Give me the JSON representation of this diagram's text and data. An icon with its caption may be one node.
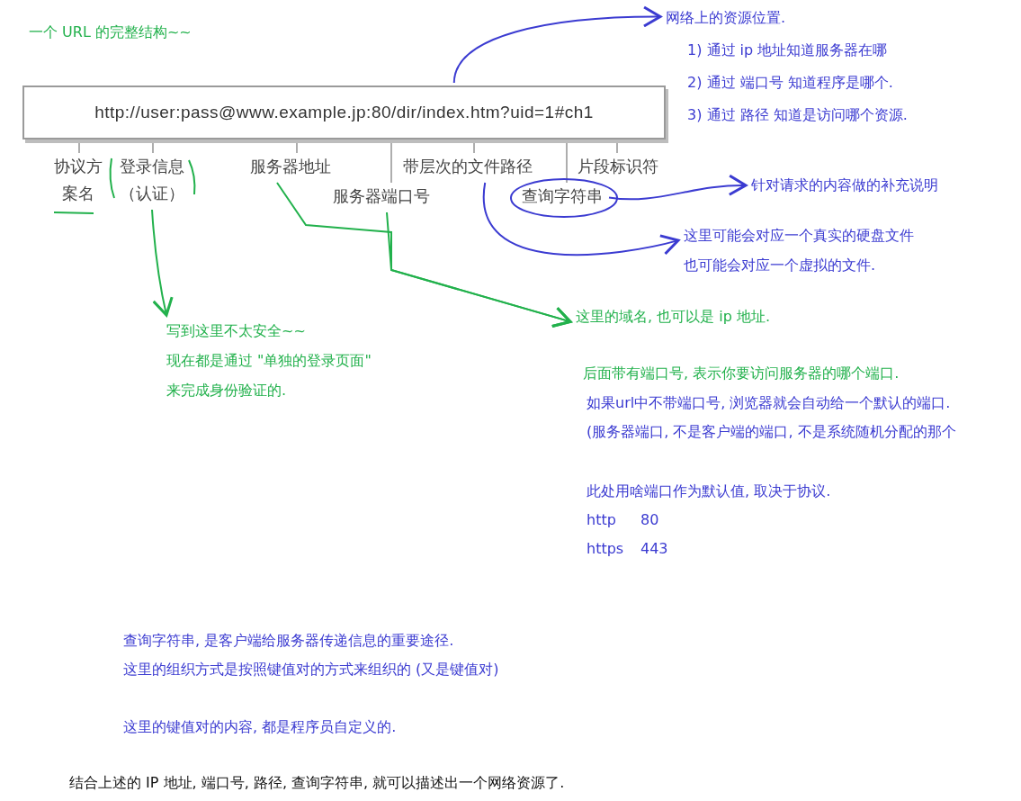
{
  "diagram": {
    "title": "一个 URL 的完整结构~~",
    "nodes": [
      {
        "text": [
          "http://user:pass@www.example.jp:80/dir/index.htm?uid=1#ch1"
        ]
      },
      {
        "text": [
          "协议方案名"
        ]
      },
      {
        "text": [
          "登录信息（认证）"
        ]
      },
      {
        "text": [
          "服务器地址"
        ]
      },
      {
        "text": [
          "服务器端口号"
        ]
      },
      {
        "text": [
          "带层次的文件路径"
        ]
      },
      {
        "text": [
          "查询字符串"
        ]
      },
      {
        "text": [
          "片段标识符"
        ]
      },
      {
        "text": [
          "网络上的资源位置.",
          "1) 通过 ip 地址知道服务器在哪",
          "2) 通过 端口号 知道程序是哪个.",
          "3) 通过 路径 知道是访问哪个资源."
        ]
      },
      {
        "text": [
          "针对请求的内容做的补充说明"
        ]
      },
      {
        "text": [
          "这里可能会对应一个真实的硬盘文件",
          "也可能会对应一个虚拟的文件."
        ]
      },
      {
        "text": [
          "写到这里不太安全~~",
          "现在都是通过 \"单独的登录页面\"",
          "来完成身份验证的."
        ]
      },
      {
        "text": [
          "这里的域名, 也可以是 ip 地址.",
          "后面带有端口号, 表示你要访问服务器的哪个端口."
        ]
      }
    ],
    "edges": [
      {
        "from": 1,
        "to": 0,
        "arrow": "none"
      },
      {
        "from": 2,
        "to": 0,
        "arrow": "none"
      },
      {
        "from": 3,
        "to": 0,
        "arrow": "none"
      },
      {
        "from": 4,
        "to": 0,
        "arrow": "none"
      },
      {
        "from": 5,
        "to": 0,
        "arrow": "none"
      },
      {
        "from": 6,
        "to": 0,
        "arrow": "none"
      },
      {
        "from": 7,
        "to": 0,
        "arrow": "none"
      },
      {
        "from": 0,
        "to": 8,
        "arrow": "to",
        "color": "#3b3bd1"
      },
      {
        "from": 6,
        "to": 9,
        "arrow": "to",
        "color": "#3b3bd1"
      },
      {
        "from": 5,
        "to": 10,
        "arrow": "to",
        "color": "#3b3bd1"
      },
      {
        "from": 2,
        "to": 11,
        "arrow": "to",
        "color": "#22b14c"
      },
      {
        "from": 3,
        "to": 12,
        "arrow": "to",
        "color": "#22b14c"
      },
      {
        "from": 4,
        "to": 12,
        "arrow": "to",
        "color": "#22b14c"
      }
    ],
    "labels": [
      "如果url中不带端口号, 浏览器就会自动给一个默认的端口.",
      "(服务器端口, 不是客户端的端口, 不是系统随机分配的那个",
      "此处用啥端口作为默认值, 取决于协议.",
      "http",
      "80",
      "https",
      "443",
      "查询字符串, 是客户端给服务器传递信息的重要途径.",
      "这里的组织方式是按照键值对的方式来组织的 (又是键值对)",
      "这里的键值对的内容, 都是程序员自定义的.",
      "结合上述的 IP 地址, 端口号, 路径, 查询字符串, 就可以描述出一个网络资源了."
    ]
  }
}
